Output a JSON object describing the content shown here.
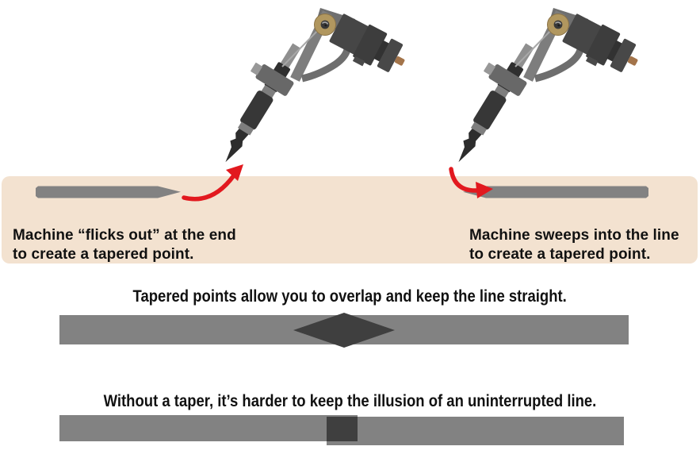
{
  "colors": {
    "skin": "#f3e2d0",
    "line_gray": "#828282",
    "overlap_dark": "#3f3f3f",
    "arrow_red": "#e2191f",
    "ink": "#111111"
  },
  "skin_panel": {
    "left_note": {
      "line1": "Machine “flicks out” at the end",
      "line2": "to create a tapered point."
    },
    "right_note": {
      "line1": "Machine sweeps into the line",
      "line2": "to create a tapered point."
    }
  },
  "captions": {
    "overlap": "Tapered points allow you to overlap and keep the line straight.",
    "no_taper": "Without a taper, it’s harder to keep the illusion of an uninterrupted line."
  }
}
